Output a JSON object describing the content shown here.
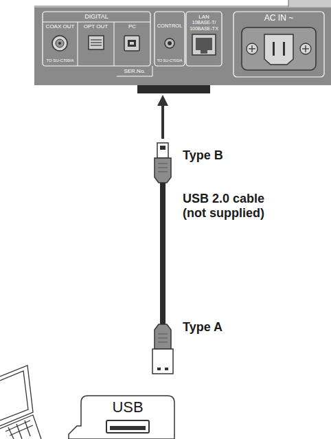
{
  "diagram": {
    "labels": [
      "DIGITAL",
      "COAX OUT",
      "OPT OUT",
      "PC",
      "TO SU-C700/A",
      "CONTROL",
      "LAN",
      "10BASE-T/",
      "100BASE-TX",
      "TO SU-C700/A",
      "AC IN ~",
      "SER.No.",
      "Type B",
      "USB 2.0 cable (not supplied)",
      "Type A",
      "USB"
    ]
  }
}
